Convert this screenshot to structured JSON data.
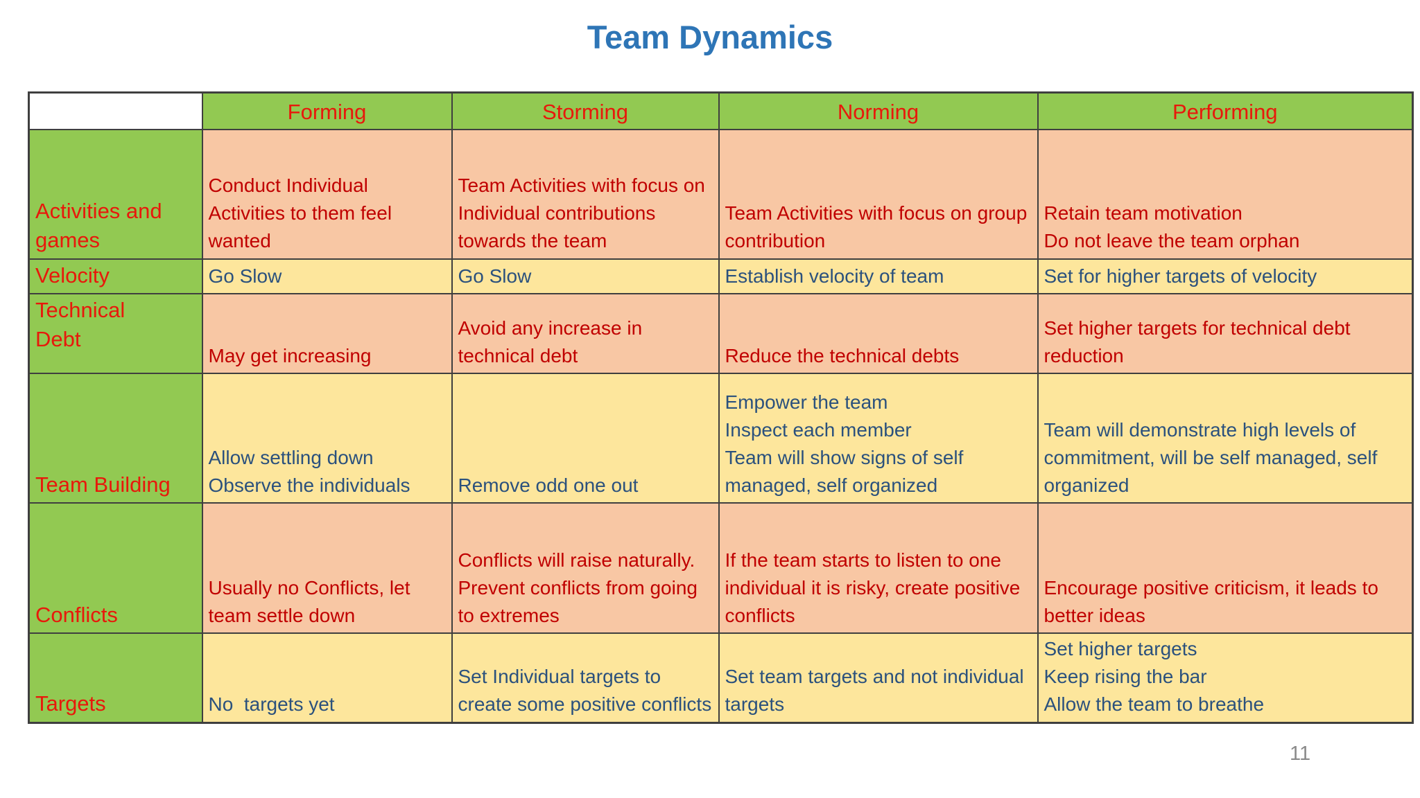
{
  "page": {
    "title": "Team Dynamics",
    "page_number": "11"
  },
  "colors": {
    "title_blue": "#2e75b6",
    "header_green": "#92c952",
    "salmon_row": "#f8c7a4",
    "yellow_row": "#fde69c",
    "red_header_text": "#e8180b",
    "dark_red_text": "#c00000",
    "navy_text": "#2b517d",
    "border": "#3f3f3f",
    "page_number_gray": "#8a8a8a"
  },
  "table": {
    "corner": "",
    "columns": [
      "Forming",
      "Storming",
      "Norming",
      "Performing"
    ],
    "rows": [
      {
        "header": "Activities and games",
        "tone": "salmon",
        "cells": [
          "Conduct Individual Activities to them feel wanted",
          "Team Activities with focus on Individual contributions towards the team",
          "Team Activities with focus on group contribution",
          "Retain team motivation\nDo not leave the team orphan"
        ]
      },
      {
        "header": "Velocity",
        "tone": "yellow",
        "cells": [
          "Go Slow",
          "Go Slow",
          "Establish velocity of team",
          "Set for higher targets of velocity"
        ]
      },
      {
        "header": "Technical Debt",
        "tone": "salmon",
        "cells": [
          "May get increasing",
          "Avoid any increase in technical debt",
          "Reduce the technical debts",
          "Set higher targets for technical debt reduction"
        ]
      },
      {
        "header": "Team Building",
        "tone": "yellow",
        "cells": [
          "Allow settling down\nObserve the individuals",
          "Remove odd one out",
          "Empower the team\nInspect each member\nTeam will show signs of self managed, self organized",
          "Team will demonstrate high levels of commitment, will be self managed, self organized"
        ]
      },
      {
        "header": "Conflicts",
        "tone": "salmon",
        "cells": [
          "Usually no Conflicts, let team settle down",
          "Conflicts will raise naturally. Prevent conflicts from going to extremes",
          "If the team starts to listen to one individual it is risky, create positive conflicts",
          "Encourage positive criticism, it leads to better ideas"
        ]
      },
      {
        "header": "Targets",
        "tone": "yellow",
        "cells": [
          "No  targets yet",
          "Set Individual targets to create some positive conflicts",
          "Set team targets and not individual targets",
          "Set higher targets\nKeep rising the bar\nAllow the team to breathe"
        ]
      }
    ]
  }
}
